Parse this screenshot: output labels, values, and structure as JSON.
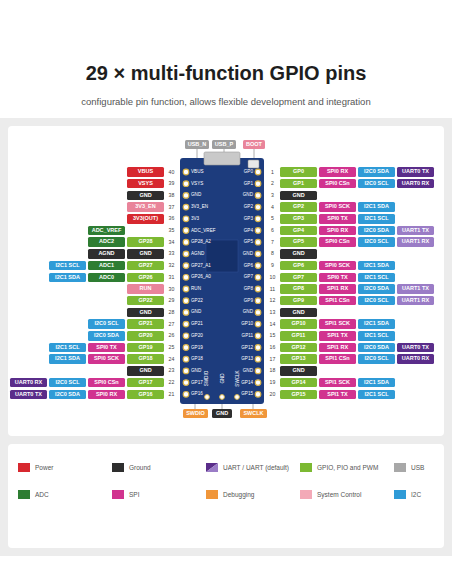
{
  "diagram": {
    "title": "29 × multi-function GPIO pins",
    "nodes": [
      {
        "text": [
          "USB_N"
        ]
      },
      {
        "text": [
          "USB_P"
        ]
      },
      {
        "text": [
          "BOOT"
        ]
      },
      {
        "text": [
          "VBUS"
        ]
      },
      {
        "text": [
          "GP0"
        ]
      },
      {
        "text": [
          "SPI0 RX"
        ]
      },
      {
        "text": [
          "I2C0 SDA"
        ]
      },
      {
        "text": [
          "UART0 TX"
        ]
      },
      {
        "text": [
          "VSYS"
        ]
      },
      {
        "text": [
          "GP1"
        ]
      },
      {
        "text": [
          "SPI0 CSn"
        ]
      },
      {
        "text": [
          "I2C0 SCL"
        ]
      },
      {
        "text": [
          "UART0 RX"
        ]
      },
      {
        "text": [
          "GND"
        ]
      },
      {
        "text": [
          "GND"
        ]
      },
      {
        "text": [
          "3V3_EN"
        ]
      },
      {
        "text": [
          "GP2"
        ]
      },
      {
        "text": [
          "SPI0 SCK"
        ]
      },
      {
        "text": [
          "I2C1 SDA"
        ]
      },
      {
        "text": [
          "3V3(OUT)"
        ]
      },
      {
        "text": [
          "GP3"
        ]
      },
      {
        "text": [
          "SPI0 TX"
        ]
      },
      {
        "text": [
          "I2C1 SCL"
        ]
      },
      {
        "text": [
          "ADC_VREF"
        ]
      },
      {
        "text": [
          "GP4"
        ]
      },
      {
        "text": [
          "SPI0 RX"
        ]
      },
      {
        "text": [
          "I2C0 SDA"
        ]
      },
      {
        "text": [
          "UART1 TX"
        ]
      },
      {
        "text": [
          "ADC2"
        ]
      },
      {
        "text": [
          "GP28"
        ]
      },
      {
        "text": [
          "GP5"
        ]
      },
      {
        "text": [
          "SPI0 CSn"
        ]
      },
      {
        "text": [
          "I2C0 SCL"
        ]
      },
      {
        "text": [
          "UART1 RX"
        ]
      },
      {
        "text": [
          "AGND"
        ]
      },
      {
        "text": [
          "GND"
        ]
      },
      {
        "text": [
          "GND"
        ]
      },
      {
        "text": [
          "I2C1 SCL"
        ]
      },
      {
        "text": [
          "ADC1"
        ]
      },
      {
        "text": [
          "GP27"
        ]
      },
      {
        "text": [
          "GP6"
        ]
      },
      {
        "text": [
          "SPI0 SCK"
        ]
      },
      {
        "text": [
          "I2C1 SDA"
        ]
      },
      {
        "text": [
          "I2C1 SDA"
        ]
      },
      {
        "text": [
          "ADC0"
        ]
      },
      {
        "text": [
          "GP26"
        ]
      },
      {
        "text": [
          "GP7"
        ]
      },
      {
        "text": [
          "SPI0 TX"
        ]
      },
      {
        "text": [
          "I2C1 SCL"
        ]
      },
      {
        "text": [
          "RUN"
        ]
      },
      {
        "text": [
          "GP8"
        ]
      },
      {
        "text": [
          "SPI1 RX"
        ]
      },
      {
        "text": [
          "I2C0 SDA"
        ]
      },
      {
        "text": [
          "UART1 TX"
        ]
      },
      {
        "text": [
          "GP22"
        ]
      },
      {
        "text": [
          "GP9"
        ]
      },
      {
        "text": [
          "SPI1 CSn"
        ]
      },
      {
        "text": [
          "I2C0 SCL"
        ]
      },
      {
        "text": [
          "UART1 RX"
        ]
      },
      {
        "text": [
          "GND"
        ]
      },
      {
        "text": [
          "GND"
        ]
      },
      {
        "text": [
          "I2C0 SCL"
        ]
      },
      {
        "text": [
          "GP21"
        ]
      },
      {
        "text": [
          "GP10"
        ]
      },
      {
        "text": [
          "SPI1 SCK"
        ]
      },
      {
        "text": [
          "I2C1 SDA"
        ]
      },
      {
        "text": [
          "I2C0 SDA"
        ]
      },
      {
        "text": [
          "GP20"
        ]
      },
      {
        "text": [
          "GP11"
        ]
      },
      {
        "text": [
          "SPI1 TX"
        ]
      },
      {
        "text": [
          "I2C1 SCL"
        ]
      },
      {
        "text": [
          "I2C1 SCL"
        ]
      },
      {
        "text": [
          "SPI0 TX"
        ]
      },
      {
        "text": [
          "GP19"
        ]
      },
      {
        "text": [
          "GP12"
        ]
      },
      {
        "text": [
          "SPI1 RX"
        ]
      },
      {
        "text": [
          "I2C0 SDA"
        ]
      },
      {
        "text": [
          "UART0 TX"
        ]
      },
      {
        "text": [
          "I2C1 SDA"
        ]
      },
      {
        "text": [
          "SPI0 SCK"
        ]
      },
      {
        "text": [
          "GP18"
        ]
      },
      {
        "text": [
          "GP13"
        ]
      },
      {
        "text": [
          "SPI1 CSn"
        ]
      },
      {
        "text": [
          "I2C0 SCL"
        ]
      },
      {
        "text": [
          "UART0 RX"
        ]
      },
      {
        "text": [
          "GND"
        ]
      },
      {
        "text": [
          "GND"
        ]
      },
      {
        "text": [
          "UART0 RX"
        ]
      },
      {
        "text": [
          "I2C0 SCL"
        ]
      },
      {
        "text": [
          "SPI0 CSn"
        ]
      },
      {
        "text": [
          "GP17"
        ]
      },
      {
        "text": [
          "GP14"
        ]
      },
      {
        "text": [
          "SPI1 SCK"
        ]
      },
      {
        "text": [
          "I2C1 SDA"
        ]
      },
      {
        "text": [
          "UART0 TX"
        ]
      },
      {
        "text": [
          "I2C0 SDA"
        ]
      },
      {
        "text": [
          "SPI0 RX"
        ]
      },
      {
        "text": [
          "GP16"
        ]
      },
      {
        "text": [
          "GP15"
        ]
      },
      {
        "text": [
          "SPI1 TX"
        ]
      },
      {
        "text": [
          "I2C1 SCL"
        ]
      },
      {
        "text": [
          "SWDIO"
        ]
      },
      {
        "text": [
          "GND"
        ]
      },
      {
        "text": [
          "SWCLK"
        ]
      }
    ],
    "labels": [
      "configurable pin function, allows flexible development and integration",
      "VBUS",
      "VSYS",
      "GND",
      "3V3_EN",
      "3V3",
      "ADC_VREF",
      "GP28_A2",
      "AGND",
      "GP27_A1",
      "GP26_A0",
      "RUN",
      "GP22",
      "GND",
      "GP21",
      "GP20",
      "GP19",
      "GP18",
      "GND",
      "GP17",
      "GP16",
      "GP0",
      "GP1",
      "GND",
      "GP2",
      "GP3",
      "GP4",
      "GP5",
      "GND",
      "GP6",
      "GP7",
      "GP8",
      "GP9",
      "GND",
      "GP10",
      "GP11",
      "GP12",
      "GP13",
      "GND",
      "GP14",
      "GP15",
      "40",
      "39",
      "38",
      "37",
      "36",
      "35",
      "34",
      "33",
      "32",
      "31",
      "30",
      "29",
      "28",
      "27",
      "26",
      "25",
      "24",
      "23",
      "22",
      "21",
      "1",
      "2",
      "3",
      "4",
      "5",
      "6",
      "7",
      "8",
      "9",
      "10",
      "11",
      "12",
      "13",
      "14",
      "15",
      "16",
      "17",
      "18",
      "19",
      "20",
      "SWDIO",
      "GND",
      "SWCLK"
    ],
    "legend": [
      {
        "text": "Power",
        "color": "#d7282f"
      },
      {
        "text": "Ground",
        "color": "#2e2e2e"
      },
      {
        "text": "UART / UART (default)"
      },
      {
        "text": "GPIO, PIO and PWM",
        "color": "#7cb932"
      },
      {
        "text": "USB",
        "color": "#a8a8a8"
      },
      {
        "text": "ADC",
        "color": "#2e7d32"
      },
      {
        "text": "SPI",
        "color": "#d1338f"
      },
      {
        "text": "Debugging",
        "color": "#f0963a"
      },
      {
        "text": "System Control",
        "color": "#f3a9b7"
      },
      {
        "text": "I2C",
        "color": "#2f9bd7"
      }
    ]
  }
}
